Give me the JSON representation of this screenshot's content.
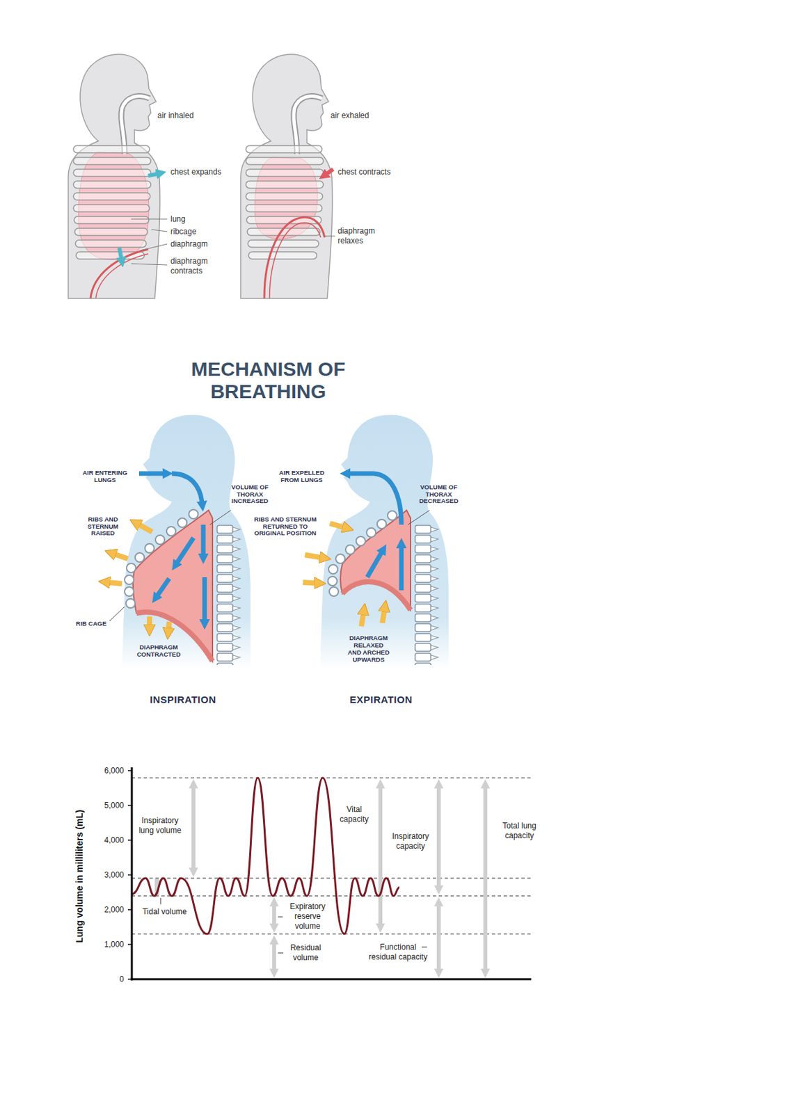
{
  "diagram": {
    "title": "MECHANISM OF BREATHING",
    "labels": [
      "air inhaled",
      "chest expands",
      "lung",
      "ribcage",
      "diaphragm",
      "diaphragm contracts",
      "air exhaled",
      "chest contracts",
      "diaphragm relaxes",
      "AIR ENTERING LUNGS",
      "VOLUME OF THORAX INCREASED",
      "RIBS AND STERNUM RAISED",
      "RIB CAGE",
      "DIAPHRAGM CONTRACTED",
      "INSPIRATION",
      "AIR EXPELLED FROM LUNGS",
      "VOLUME OF THORAX DECREASED",
      "RIBS AND STERNUM RETURNED TO ORIGINAL POSITION",
      "DIAPHRAGM RELAXED AND ARCHED UPWARDS",
      "EXPIRATION",
      "6,000",
      "5,000",
      "4,000",
      "3,000",
      "2,000",
      "1,000",
      "0",
      "Lung volume in milliliters (mL)",
      "Inspiratory lung volume",
      "Tidal volume",
      "Expiratory reserve volume",
      "Residual volume",
      "Vital capacity",
      "Inspiratory capacity",
      "Functional residual capacity",
      "Total lung capacity"
    ]
  }
}
